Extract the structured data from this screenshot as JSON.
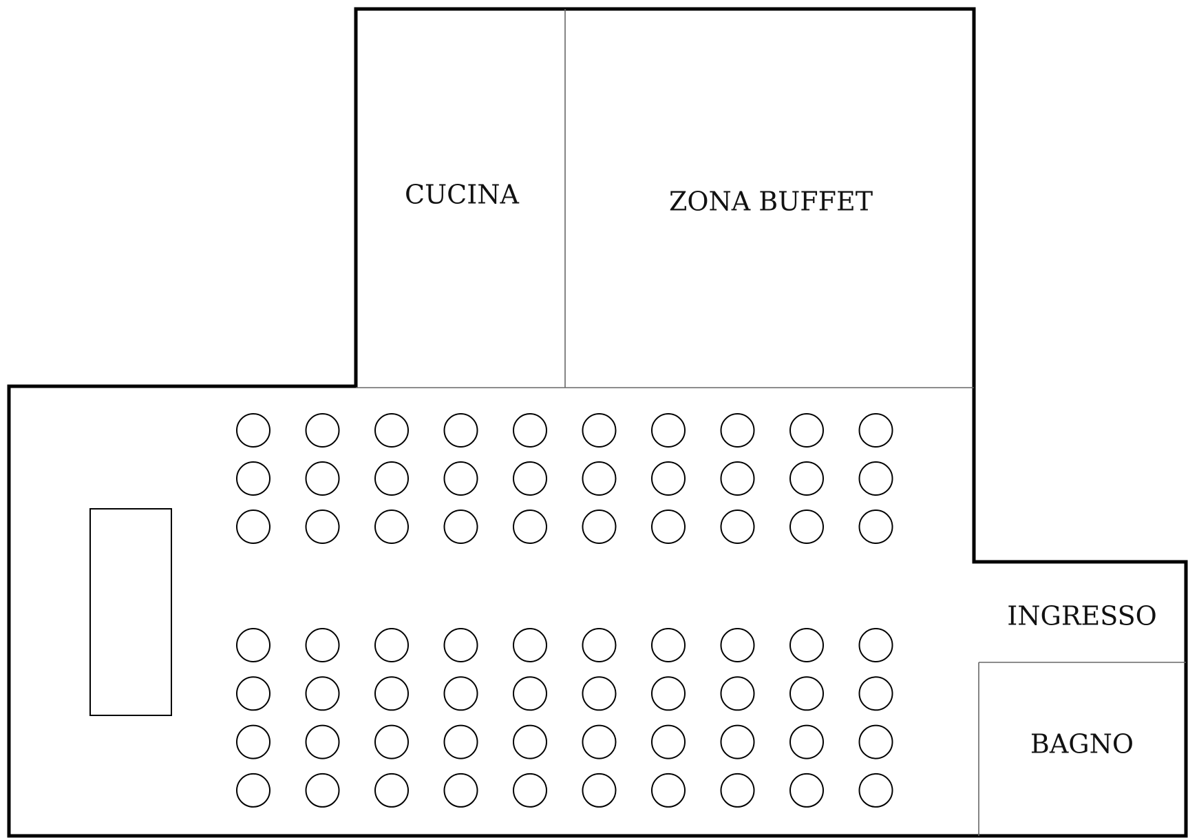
{
  "rooms": {
    "kitchen": "CUCINA",
    "buffet": "ZONA BUFFET",
    "entrance": "INGRESSO",
    "bathroom": "BAGNO"
  },
  "seating": {
    "table_shape": "round",
    "columns_per_row": 10,
    "upper_block_rows": 3,
    "lower_block_rows": 4,
    "total_tables": 70
  },
  "head_table": {
    "shape": "rectangle"
  },
  "colors": {
    "wall": "#000000",
    "partition": "#666666",
    "table_stroke": "#000000",
    "background": "#ffffff"
  }
}
